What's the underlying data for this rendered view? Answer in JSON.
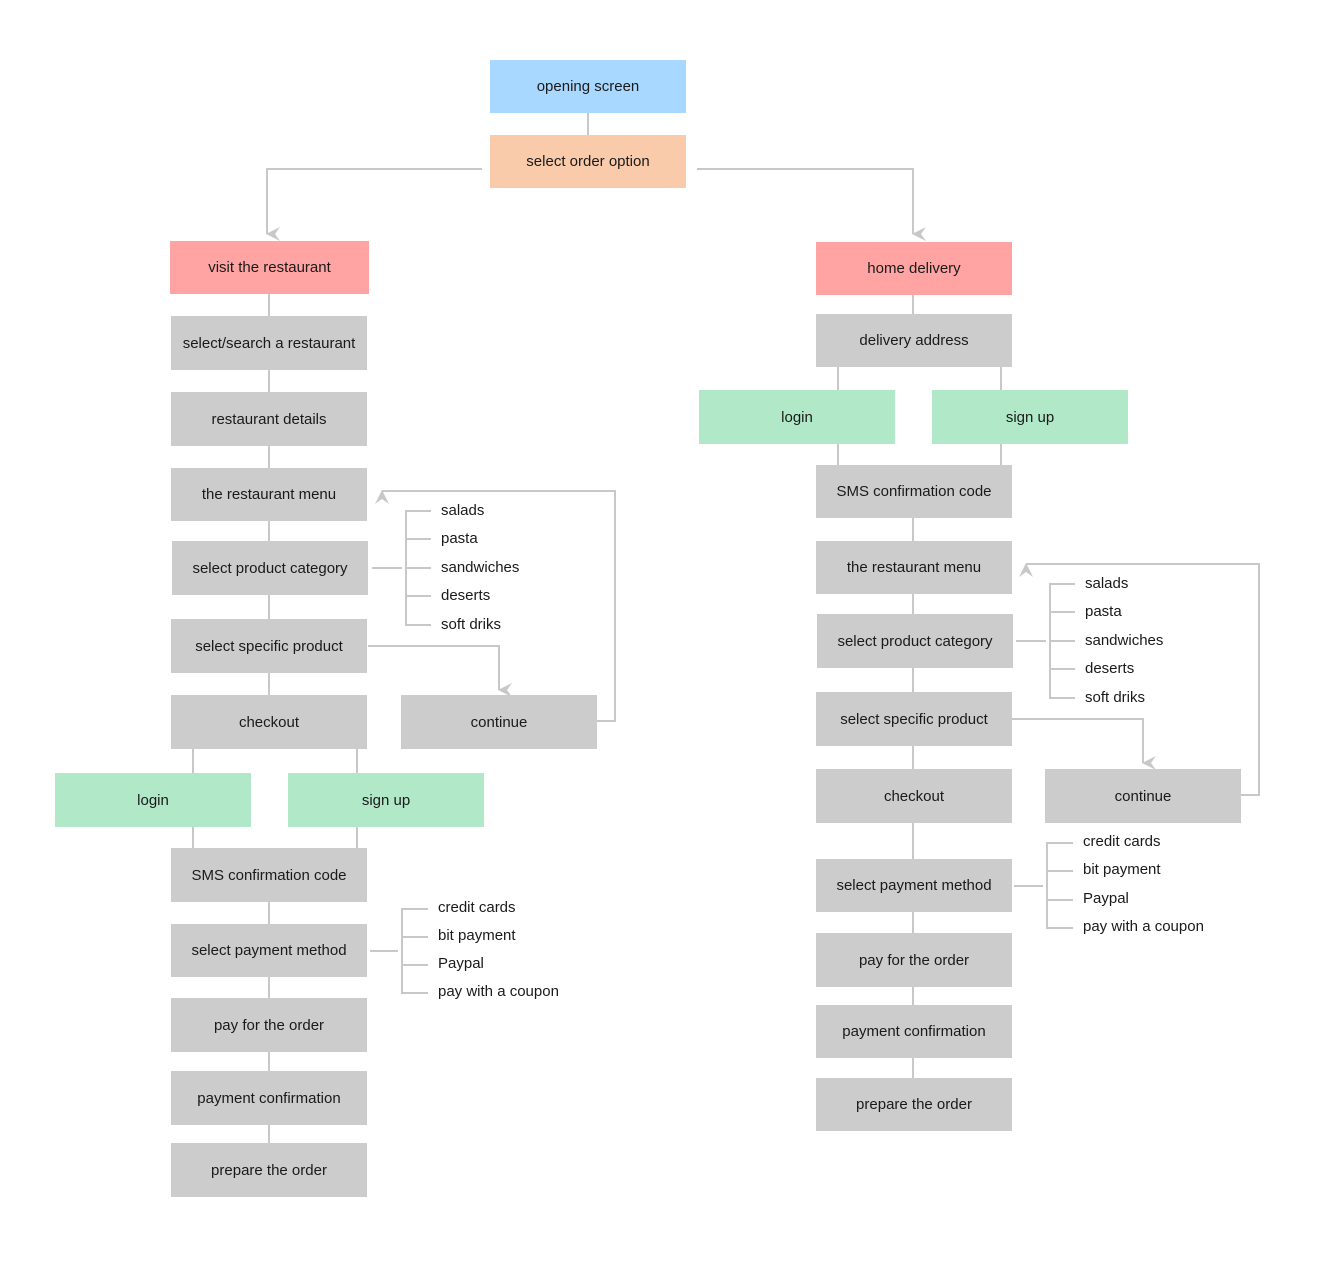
{
  "top": {
    "opening": "opening screen",
    "order_option": "select order option"
  },
  "left": {
    "header": "visit the restaurant",
    "steps": {
      "search": "select/search a restaurant",
      "details": "restaurant details",
      "menu": "the restaurant menu",
      "category": "select product category",
      "product": "select specific product",
      "checkout": "checkout",
      "continue": "continue",
      "login": "login",
      "signup": "sign up",
      "sms": "SMS confirmation code",
      "payment_method": "select payment method",
      "pay": "pay for the order",
      "confirmation": "payment confirmation",
      "prepare": "prepare the order"
    },
    "categories": [
      "salads",
      "pasta",
      "sandwiches",
      "deserts",
      "soft driks"
    ],
    "payments": [
      "credit cards",
      "bit payment",
      "Paypal",
      "pay with a coupon"
    ]
  },
  "right": {
    "header": "home delivery",
    "steps": {
      "address": "delivery address",
      "login": "login",
      "signup": "sign up",
      "sms": "SMS confirmation code",
      "menu": "the restaurant menu",
      "category": "select product category",
      "product": "select specific product",
      "checkout": "checkout",
      "continue": "continue",
      "payment_method": "select payment method",
      "pay": "pay for the order",
      "confirmation": "payment confirmation",
      "prepare": "prepare the order"
    },
    "categories": [
      "salads",
      "pasta",
      "sandwiches",
      "deserts",
      "soft driks"
    ],
    "payments": [
      "credit cards",
      "bit payment",
      "Paypal",
      "pay with a coupon"
    ]
  },
  "colors": {
    "step": "#cccccc",
    "start": "#a8d8ff",
    "choice": "#f9cbab",
    "branch": "#ffa3a3",
    "auth": "#b0e8c8",
    "connector": "#c8c8c8"
  }
}
